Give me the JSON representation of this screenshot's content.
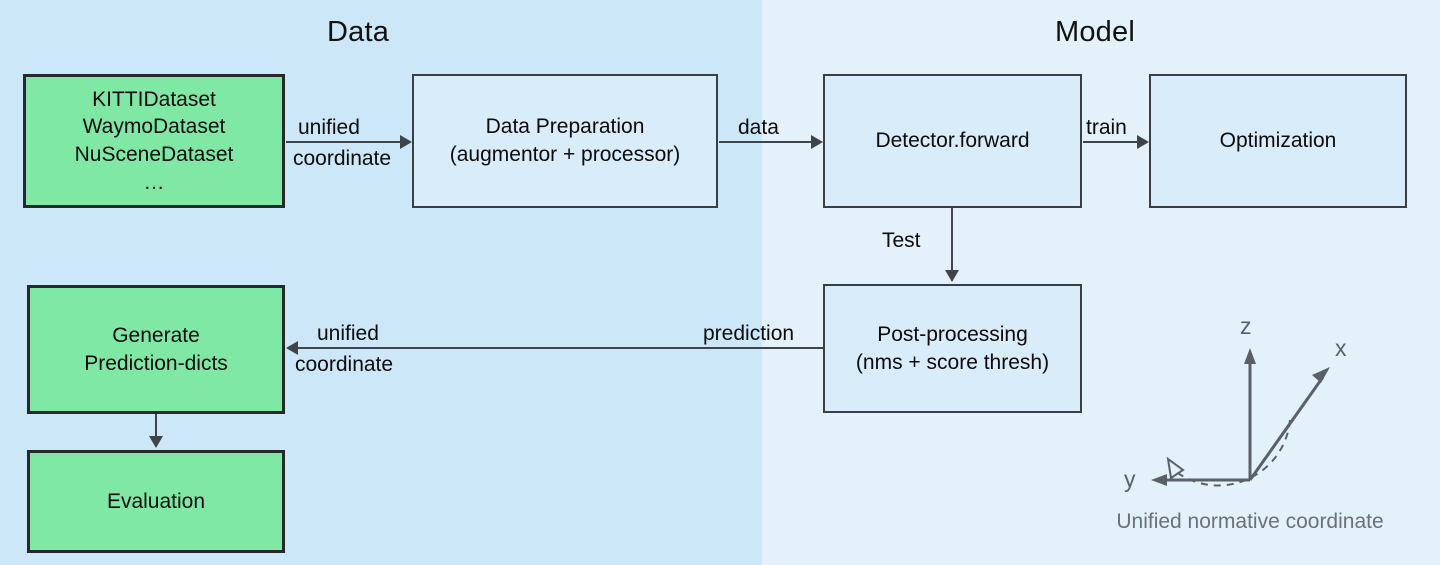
{
  "diagram": {
    "title_left": "Data",
    "title_right": "Model",
    "colors": {
      "panel_data_bg": "#cce7f8",
      "panel_model_bg": "#e3f1fa",
      "dataset_node_fill": "#7fe8a4",
      "process_node_fill": "#d9ecf9",
      "node_border_dark": "#26282b",
      "node_border": "#3a3f44",
      "edge": "#3f4448",
      "coord_axis": "#5a6066",
      "caption_text": "#6b7177"
    },
    "nodes": {
      "datasets": {
        "lines": [
          "KITTIDataset",
          "WaymoDataset",
          "NuSceneDataset",
          "…"
        ]
      },
      "data_preparation": {
        "lines": [
          "Data Preparation",
          "(augmentor + processor)"
        ]
      },
      "detector_forward": {
        "lines": [
          "Detector.forward"
        ]
      },
      "optimization": {
        "lines": [
          "Optimization"
        ]
      },
      "post_processing": {
        "lines": [
          "Post-processing",
          "(nms + score thresh)"
        ]
      },
      "generate_prediction_dicts": {
        "lines": [
          "Generate",
          "Prediction-dicts"
        ]
      },
      "evaluation": {
        "lines": [
          "Evaluation"
        ]
      }
    },
    "edges": {
      "datasets_to_prep": {
        "label_top": "unified",
        "label_bottom": "coordinate"
      },
      "prep_to_detector": {
        "label": "data"
      },
      "detector_to_optimization": {
        "label": "train"
      },
      "detector_to_postproc": {
        "label": "Test"
      },
      "postproc_to_generate": {
        "label": "prediction",
        "label_top": "unified",
        "label_bottom": "coordinate"
      },
      "generate_to_evaluation": {
        "label": ""
      }
    },
    "coordinate_figure": {
      "caption": "Unified normative coordinate",
      "axis_x": "x",
      "axis_y": "y",
      "axis_z": "z"
    }
  }
}
